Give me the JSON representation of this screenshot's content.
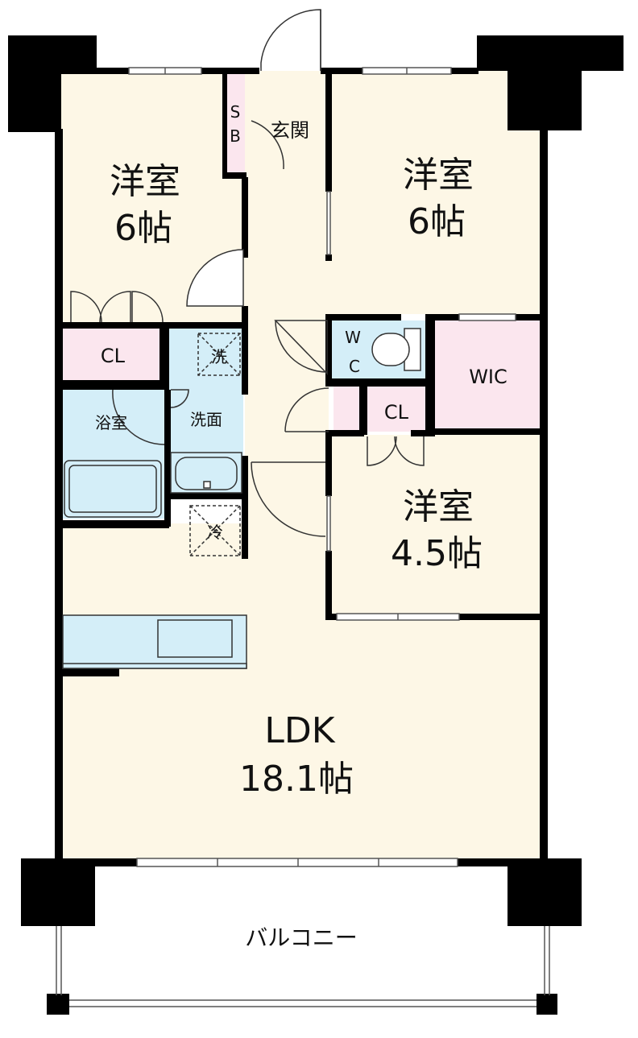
{
  "colors": {
    "floor": "#fdf7e6",
    "wet": "#d4eef8",
    "storage": "#fbe6ee",
    "wall": "#000000",
    "line": "#333333"
  },
  "rooms": {
    "bedroom_nw": {
      "name": "洋室",
      "size": "6帖"
    },
    "bedroom_ne": {
      "name": "洋室",
      "size": "6帖"
    },
    "bedroom_e": {
      "name": "洋室",
      "size": "4.5帖"
    },
    "ldk": {
      "name": "LDK",
      "size": "18.1帖"
    },
    "entrance": {
      "label": "玄関"
    },
    "shoe_box": {
      "line1": "S",
      "line2": "B"
    },
    "closet_w": {
      "label": "CL"
    },
    "closet_e": {
      "label": "CL"
    },
    "bathroom": {
      "label": "浴室"
    },
    "washroom": {
      "label": "洗面"
    },
    "laundry": {
      "label": "洗"
    },
    "fridge": {
      "label": "冷"
    },
    "toilet": {
      "line1": "W",
      "line2": "C"
    },
    "wic": {
      "label": "WIC"
    },
    "balcony": {
      "label": "バルコニー"
    }
  }
}
